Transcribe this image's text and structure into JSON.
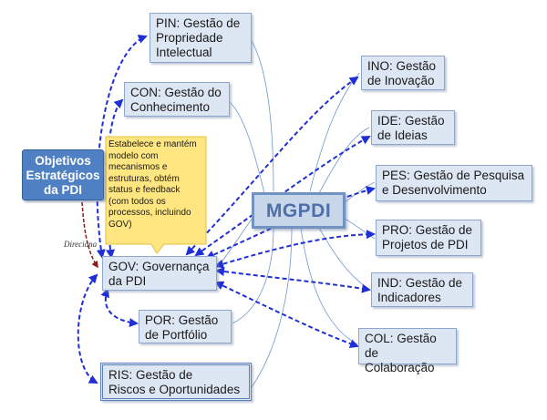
{
  "center": {
    "label": "MGPDI"
  },
  "objectives": {
    "label": "Objetivos\nEstratégicos\nda PDI"
  },
  "callout": {
    "text": "Estabelece e mantém\nmodelo com\nmecanismos e\nestruturas, obtém\nstatus e feedback\n(com todos os\nprocessos, incluindo\nGOV)"
  },
  "direction_label": "Direciona",
  "processes": {
    "pin": "PIN: Gestão de\nPropriedade\nIntelectual",
    "con": "CON: Gestão do\nConhecimento",
    "gov": "GOV: Governança\nda PDI",
    "por": "POR: Gestão\nde Portfólio",
    "ris": "RIS: Gestão de\nRiscos e Oportunidades",
    "ino": "INO: Gestão\nde Inovação",
    "ide": "IDE: Gestão\nde Ideias",
    "pes": "PES: Gestão de Pesquisa\ne Desenvolvimento",
    "pro": "PRO: Gestão de\nProjetos de PDI",
    "ind": "IND: Gestão de\nIndicadores",
    "col": "COL: Gestão\nde Colaboração"
  },
  "colors": {
    "box_fill": "#dde6f3",
    "box_border": "#8ea6cc",
    "center_fill": "#c8d6ea",
    "center_text": "#4f6fa8",
    "objectives_fill": "#4f80c4",
    "callout_fill": "#ffe680",
    "dashed_arrow": "#1f2fd6",
    "thin_line": "#6f96d0",
    "direction_arrow": "#8b1a1a"
  }
}
